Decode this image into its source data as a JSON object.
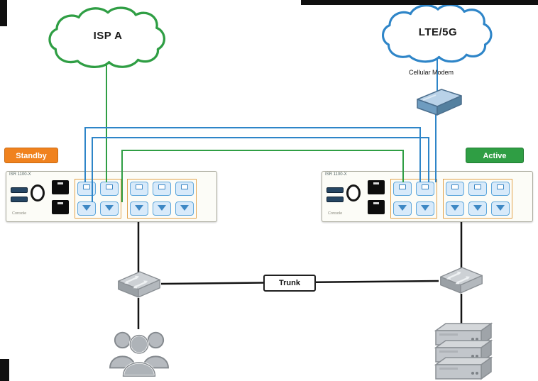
{
  "clouds": {
    "isp": {
      "label": "ISP A",
      "stroke": "#2f9e44"
    },
    "lte": {
      "label": "LTE/5G",
      "stroke": "#2e85c8"
    }
  },
  "modem": {
    "label": "Cellular Modem"
  },
  "devices": {
    "console_label": "Console",
    "left": {
      "model": "ISR 1100-X",
      "badge": "Standby",
      "badge_color": "#f0821e"
    },
    "right": {
      "model": "ISR 1100-X",
      "badge": "Active",
      "badge_color": "#2f9e44"
    }
  },
  "links": {
    "trunk_label": "Trunk",
    "colors": {
      "isp_link": "#2f9e44",
      "lte_link": "#2e85c8",
      "lan_link": "#141414"
    }
  },
  "icons": {
    "clouds": "cloud-icon",
    "modem": "cellular-modem-icon",
    "switch": "switch-icon",
    "users": "user-group-icon",
    "servers": "server-stack-icon"
  }
}
